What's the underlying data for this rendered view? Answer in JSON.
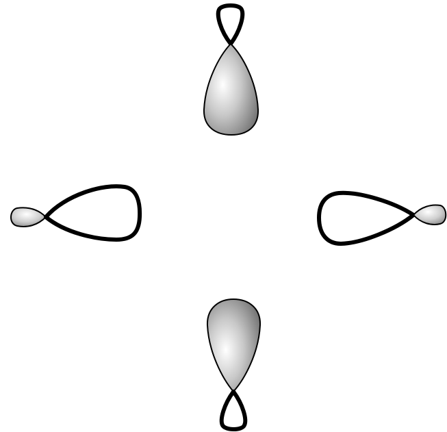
{
  "diagram": {
    "description_free": true,
    "orbitals": [
      {
        "id": "top",
        "large_lobe": "shaded",
        "small_lobe": "outline"
      },
      {
        "id": "bottom",
        "large_lobe": "shaded",
        "small_lobe": "outline"
      },
      {
        "id": "left",
        "large_lobe": "outline",
        "small_lobe": "shaded"
      },
      {
        "id": "right",
        "large_lobe": "outline",
        "small_lobe": "shaded"
      }
    ],
    "colors": {
      "stroke": "#000000",
      "shade_light": "#ffffff",
      "shade_mid": "#c8c8c8",
      "shade_dark": "#6e6e6e",
      "background": "#ffffff"
    }
  }
}
